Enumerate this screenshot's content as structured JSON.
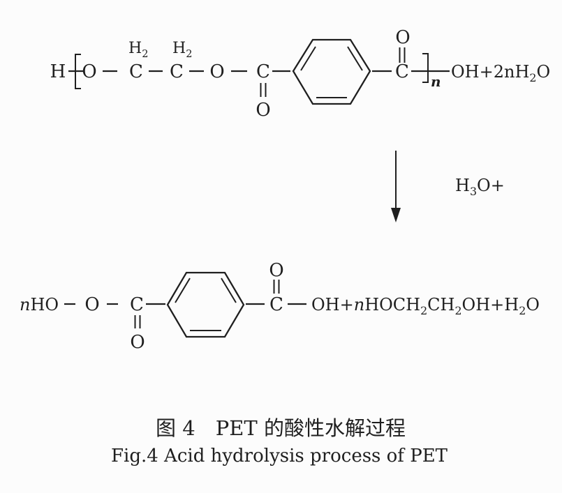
{
  "page": {
    "background": "#fcfcfc",
    "ink": "#1f1f1f"
  },
  "reaction": {
    "reactant": {
      "h_end": "H",
      "o1": "O",
      "c1": "C",
      "c1_group": "H~2~",
      "c2": "C",
      "c2_group": "H~2~",
      "o2": "O",
      "c3": "C",
      "c3_oxygen": "O",
      "c4": "C",
      "c4_oxygen": "O",
      "repeat_subscript": "*n*",
      "tail": "OH+2nH~2~O"
    },
    "condition": {
      "label": "H~3~O+"
    },
    "product": {
      "lead": "*n*HO",
      "o1": "O",
      "c1": "C",
      "c1_oxygen": "O",
      "c2": "C",
      "c2_oxygen": "O",
      "tail": "OH+*n*HOCH~2~CH~2~OH+H~2~O"
    }
  },
  "caption": {
    "zh": "图 4　PET 的酸性水解过程",
    "en": "Fig.4 Acid hydrolysis process of PET"
  }
}
